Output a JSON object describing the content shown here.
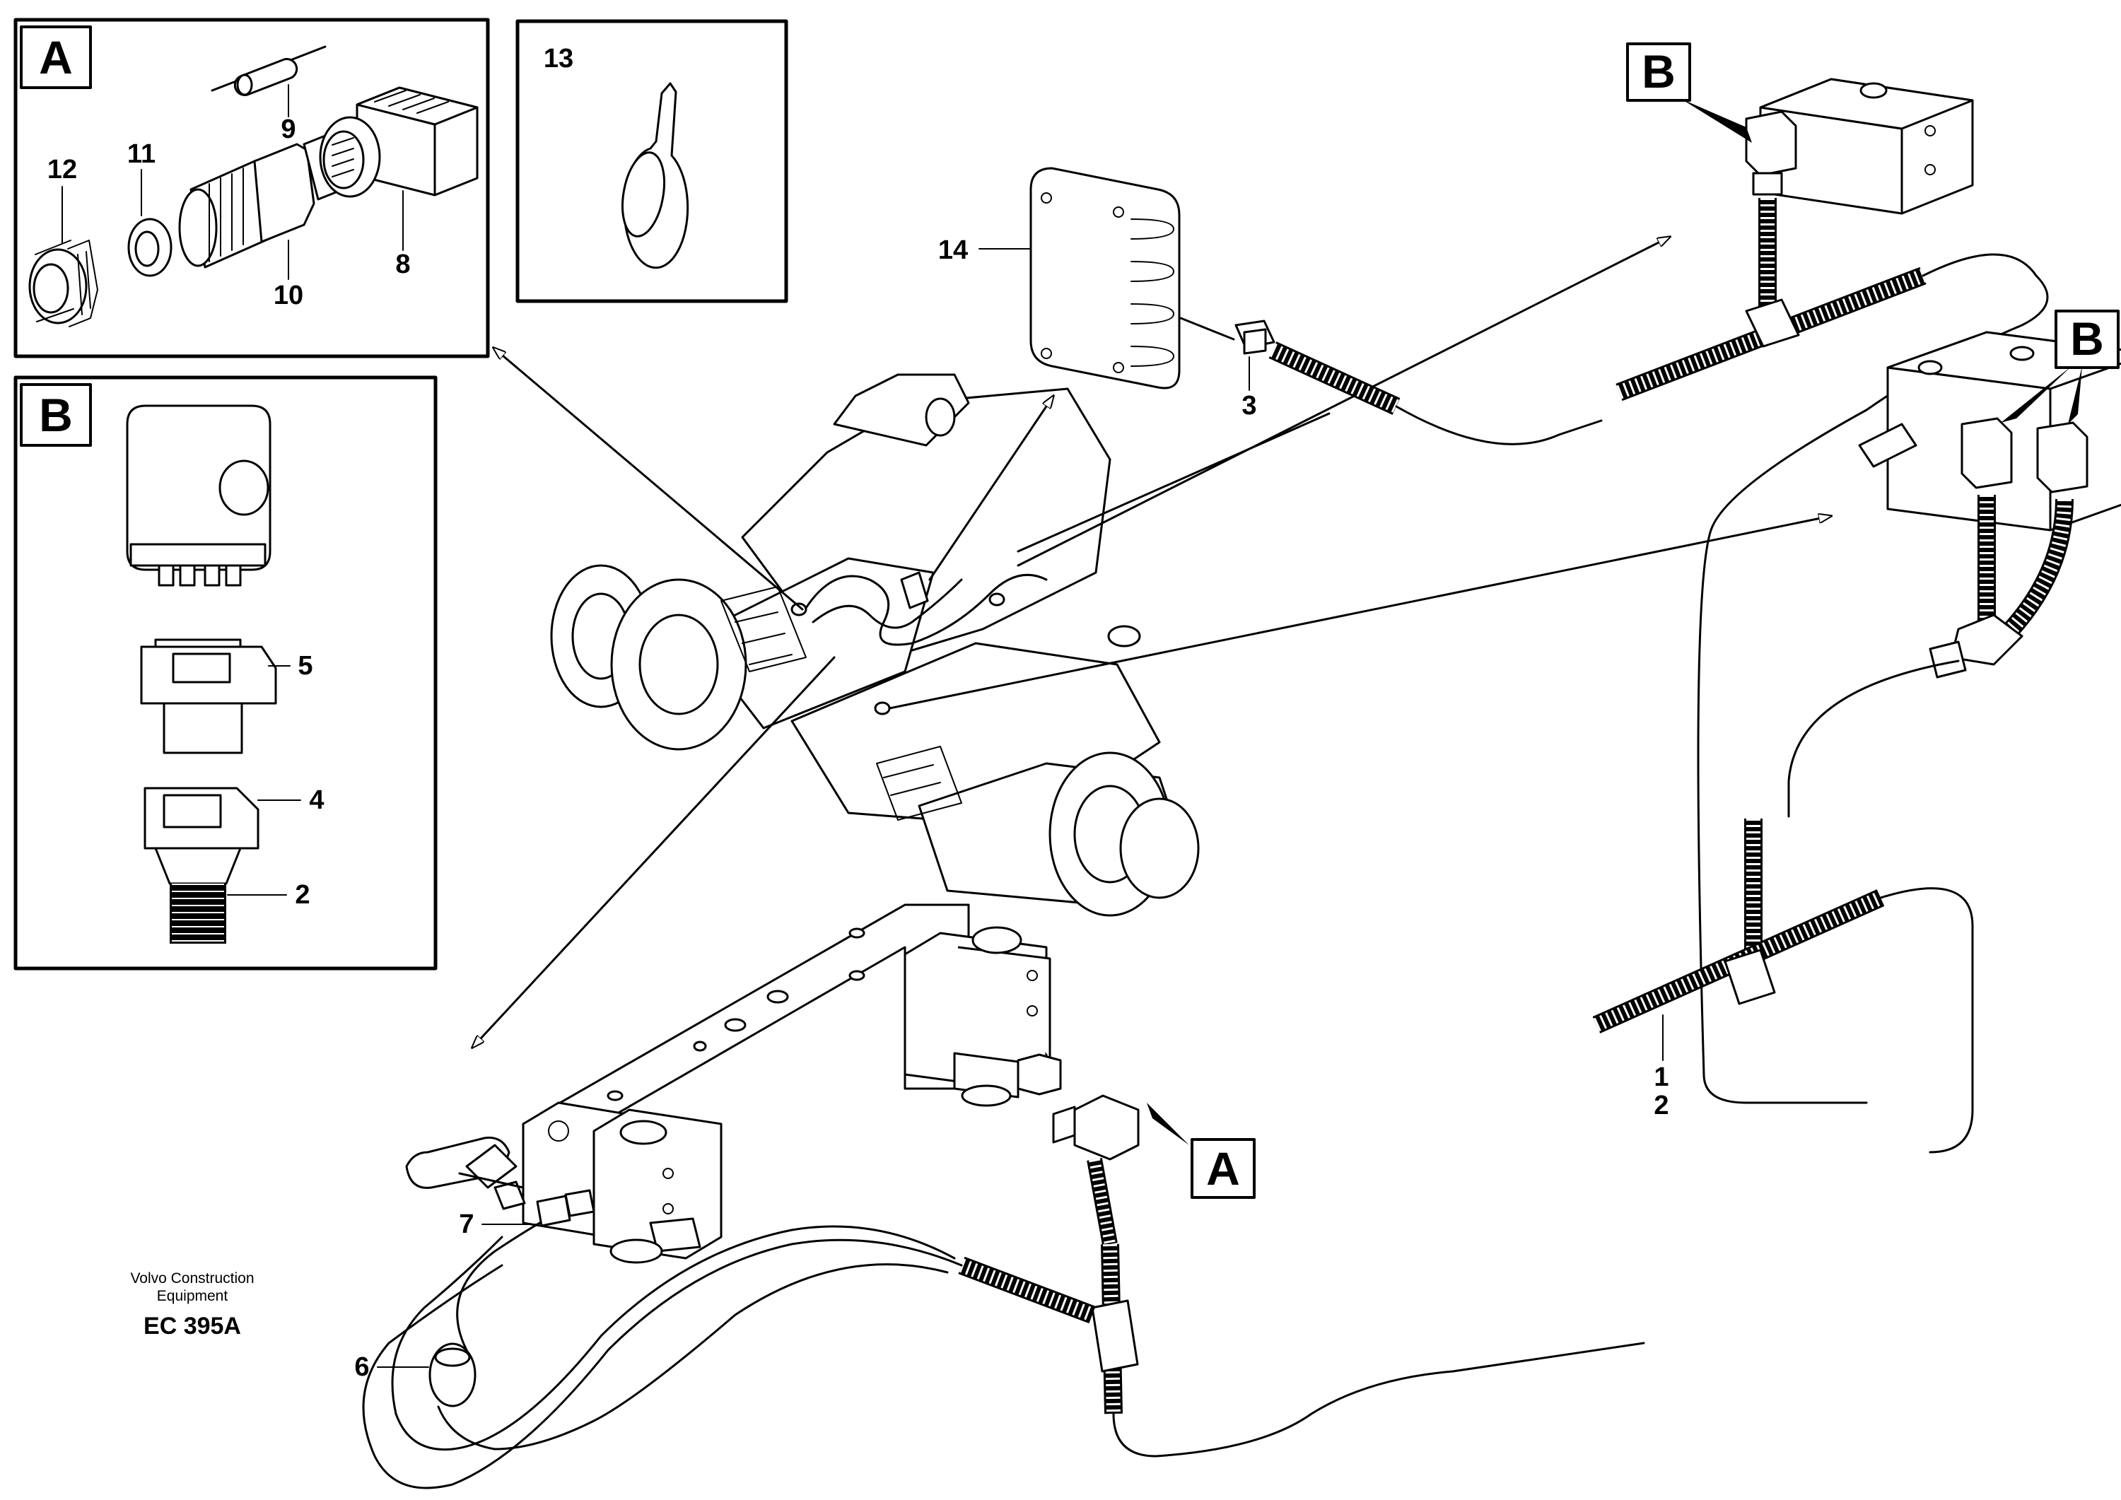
{
  "detail_boxes": [
    {
      "letter": "A",
      "parts": [
        "9",
        "12",
        "11",
        "8",
        "10"
      ]
    },
    {
      "number": "13"
    },
    {
      "letter": "B",
      "parts": [
        "5",
        "4",
        "2"
      ]
    }
  ],
  "callouts": [
    "B",
    "B",
    "A"
  ],
  "part_labels": [
    "14",
    "3",
    "1",
    "2",
    "7",
    "6"
  ],
  "credit": [
    "Volvo Construction",
    "Equipment"
  ],
  "code": "EC 395A"
}
